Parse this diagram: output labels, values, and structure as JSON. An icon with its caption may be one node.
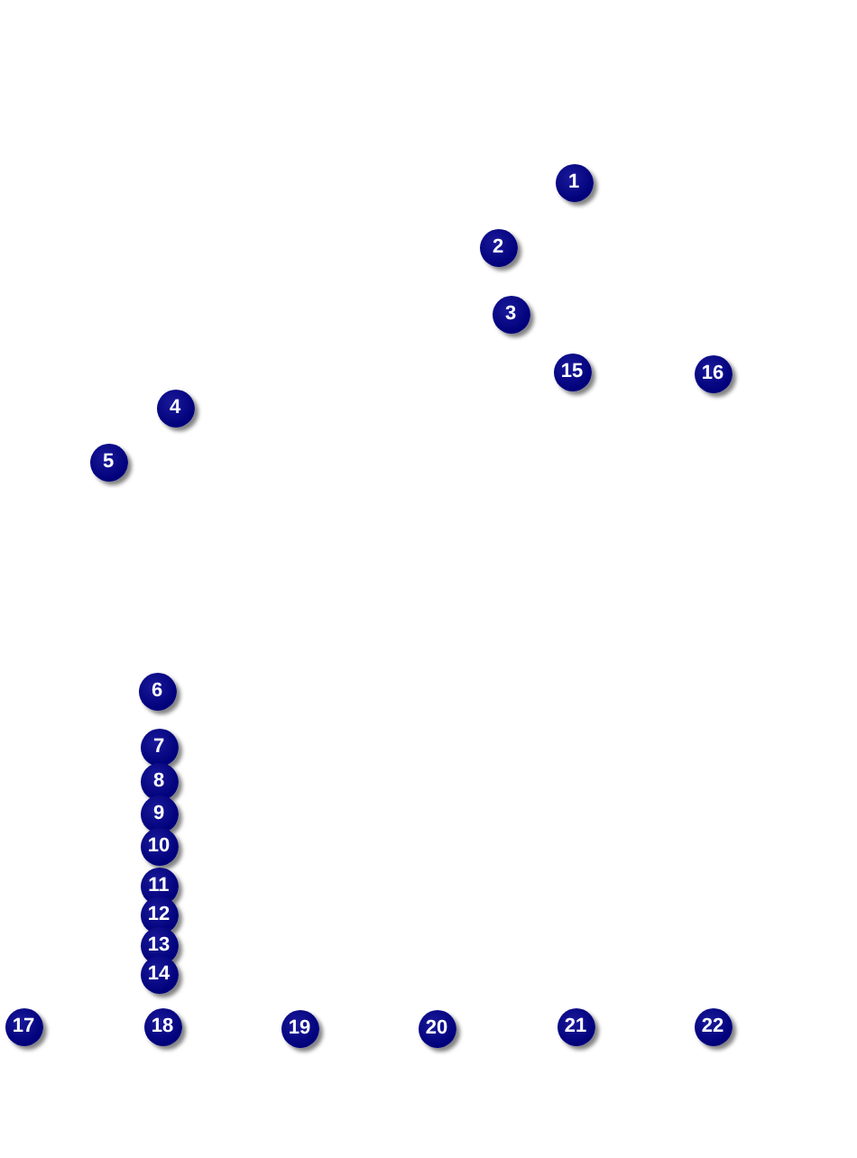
{
  "diagram": {
    "labels": [
      "1",
      "2",
      "3",
      "15",
      "16",
      "4",
      "5",
      "6",
      "7",
      "8",
      "9",
      "10",
      "11",
      "12",
      "13",
      "14",
      "17",
      "18",
      "19",
      "20",
      "21",
      "22"
    ]
  }
}
